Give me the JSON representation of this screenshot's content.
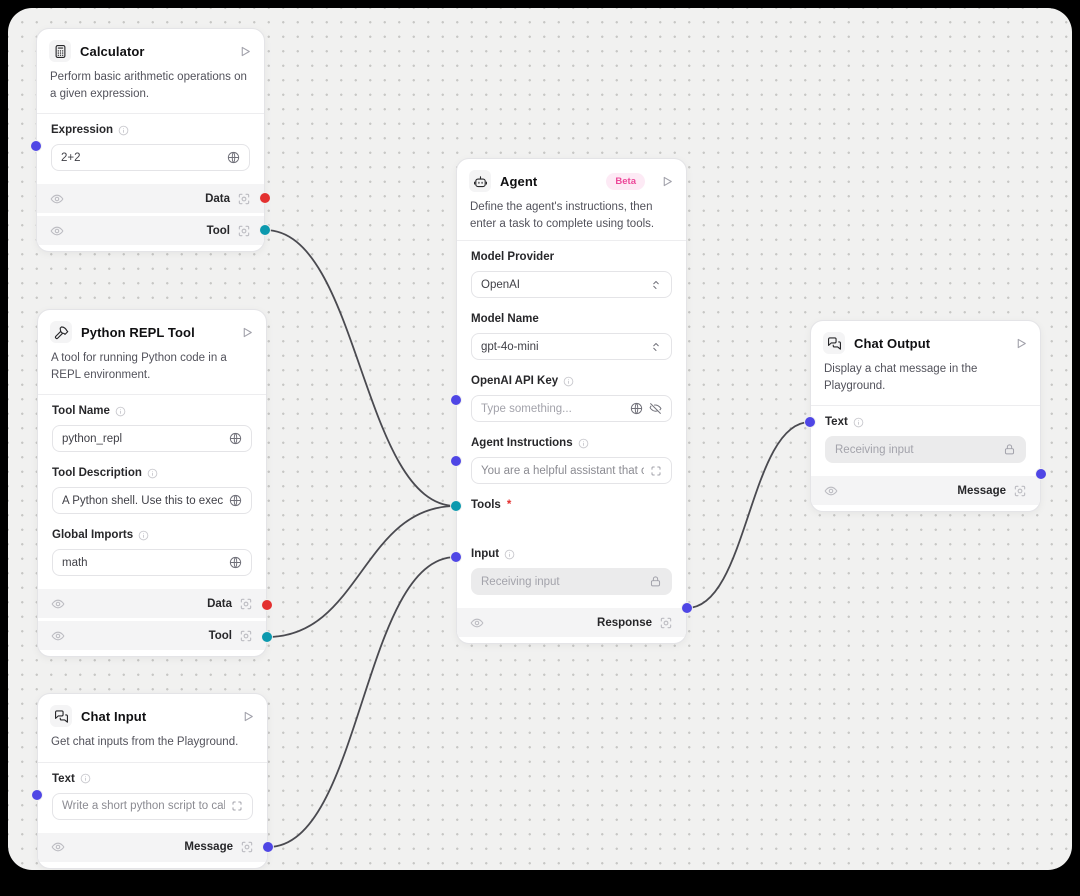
{
  "colors": {
    "frame": "#000000",
    "canvas_bg": "#f1f1f0",
    "edge": "#4a4a50",
    "handle_purple": "#4f46e5",
    "handle_teal": "#0c99ae",
    "handle_red": "#e3302f",
    "beta_bg": "#fdeaf5",
    "beta_text": "#ec4899",
    "required_asterisk": "#e3302f"
  },
  "nodes": {
    "calculator": {
      "title": "Calculator",
      "description": "Perform basic arithmetic operations on a given expression.",
      "fields": {
        "expression": {
          "label": "Expression",
          "value": "2+2"
        }
      },
      "outputs": [
        {
          "label": "Data"
        },
        {
          "label": "Tool"
        }
      ]
    },
    "python_repl": {
      "title": "Python REPL Tool",
      "description": "A tool for running Python code in a REPL environment.",
      "fields": {
        "tool_name": {
          "label": "Tool Name",
          "value": "python_repl"
        },
        "tool_description": {
          "label": "Tool Description",
          "value": "A Python shell. Use this to execut..."
        },
        "global_imports": {
          "label": "Global Imports",
          "value": "math"
        }
      },
      "outputs": [
        {
          "label": "Data"
        },
        {
          "label": "Tool"
        }
      ]
    },
    "chat_input": {
      "title": "Chat Input",
      "description": "Get chat inputs from the Playground.",
      "fields": {
        "text": {
          "label": "Text",
          "value": "Write a short python script to calcu"
        }
      },
      "outputs": [
        {
          "label": "Message"
        }
      ]
    },
    "agent": {
      "title": "Agent",
      "badge": "Beta",
      "description": "Define the agent's instructions, then enter a task to complete using tools.",
      "fields": {
        "model_provider": {
          "label": "Model Provider",
          "value": "OpenAI"
        },
        "model_name": {
          "label": "Model Name",
          "value": "gpt-4o-mini"
        },
        "api_key": {
          "label": "OpenAI API Key",
          "placeholder": "Type something..."
        },
        "instructions": {
          "label": "Agent Instructions",
          "value": "You are a helpful assistant that can"
        },
        "tools": {
          "label": "Tools",
          "required_mark": "*"
        },
        "input": {
          "label": "Input",
          "placeholder": "Receiving input"
        }
      },
      "outputs": [
        {
          "label": "Response"
        }
      ]
    },
    "chat_output": {
      "title": "Chat Output",
      "description": "Display a chat message in the Playground.",
      "fields": {
        "text": {
          "label": "Text",
          "placeholder": "Receiving input"
        }
      },
      "outputs": [
        {
          "label": "Message"
        }
      ]
    }
  }
}
